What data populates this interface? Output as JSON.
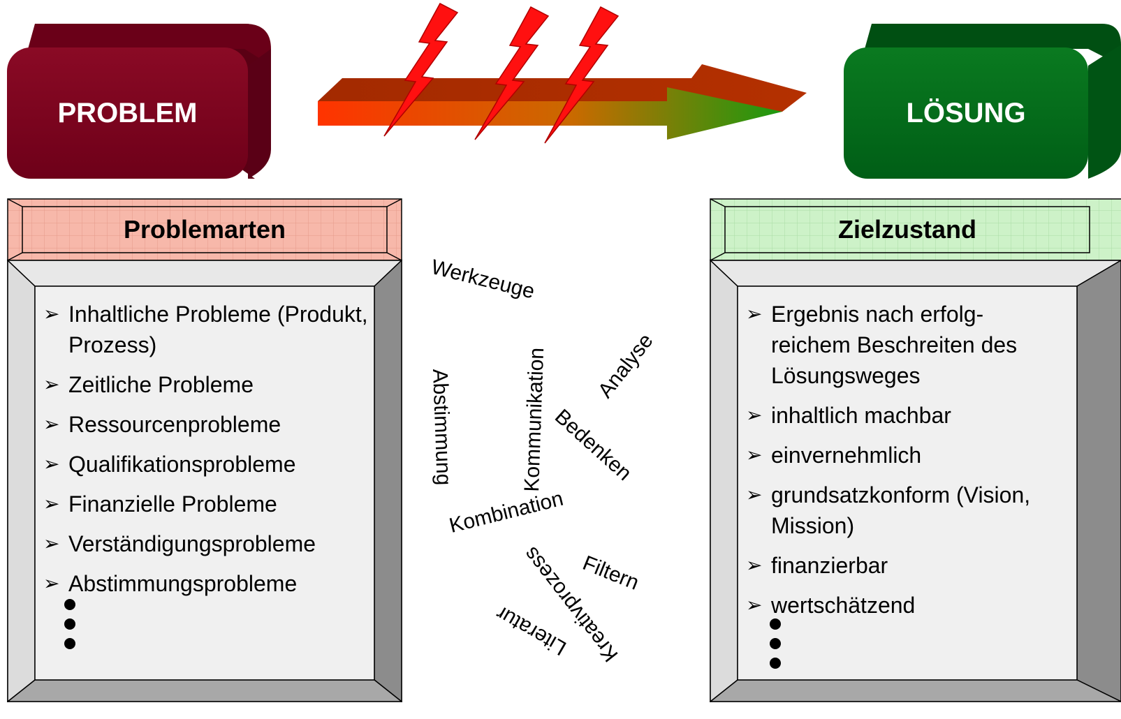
{
  "problem_block": {
    "label": "PROBLEM",
    "color": "#7a0020"
  },
  "solution_block": {
    "label": "LÖSUNG",
    "color": "#006a1c"
  },
  "arrow": {
    "start_color": "#ff3300",
    "end_color": "#1a9a10",
    "bolt_color": "#ff1a1a"
  },
  "left_box": {
    "title": "Problemarten",
    "title_color": "#f6b6a8",
    "items": [
      "Inhaltliche Probleme (Produkt, Prozess)",
      "Zeitliche Probleme",
      "Ressourcenprobleme",
      "Qualifikationsprobleme",
      "Finanzielle Probleme",
      "Verständigungsprobleme",
      "Abstimmungsprobleme"
    ]
  },
  "right_box": {
    "title": "Zielzustand",
    "title_color": "#c6f0c2",
    "items": [
      "Ergebnis nach erfolg-reichem Beschreiten des Lösungsweges",
      "inhaltlich machbar",
      "einvernehmlich",
      "grundsatzkonform (Vision, Mission)",
      "finanzierbar",
      "wertschätzend"
    ]
  },
  "words": {
    "werkzeuge": "Werkzeuge",
    "kommunikation": "Kommunikation",
    "analyse": "Analyse",
    "abstimmung": "Abstimmung",
    "bedenken": "Bedenken",
    "kombination": "Kombination",
    "kreativprozess": "Kreativprozess",
    "filtern": "Filtern",
    "literatur": "Literatur"
  }
}
